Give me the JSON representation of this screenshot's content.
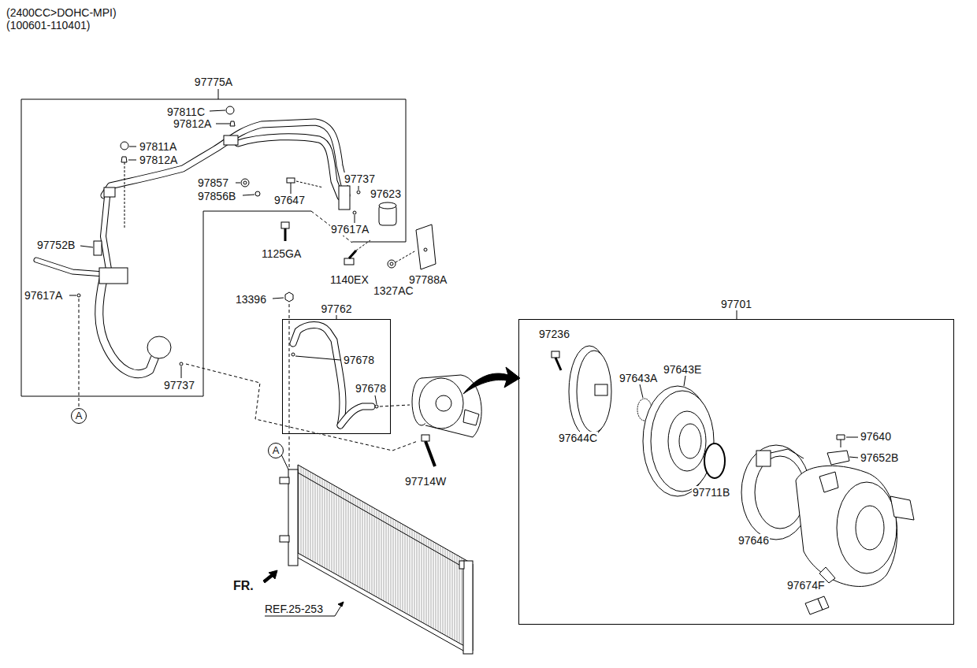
{
  "diagram": {
    "nodes": [
      {
        "text": [
          "97775A"
        ]
      },
      {
        "text": [
          "97762"
        ]
      },
      {
        "text": [
          "97701"
        ]
      },
      {
        "text": [
          "A"
        ]
      },
      {
        "text": [
          "A"
        ]
      }
    ],
    "labels": [
      "(2400CC>DOHC-MPI)",
      "(100601-110401)",
      "97811C",
      "97812A",
      "97811A",
      "97812A",
      "97857",
      "97856B",
      "97737",
      "97647",
      "97623",
      "97617A",
      "97752B",
      "97617A",
      "97737",
      "1125GA",
      "1140EX",
      "1327AC",
      "97788A",
      "13396",
      "97678",
      "97678",
      "97714W",
      "FR.",
      "REF.25-253",
      "97236",
      "97643A",
      "97643E",
      "97644C",
      "97640",
      "97652B",
      "97711B",
      "97646",
      "97674F"
    ]
  }
}
